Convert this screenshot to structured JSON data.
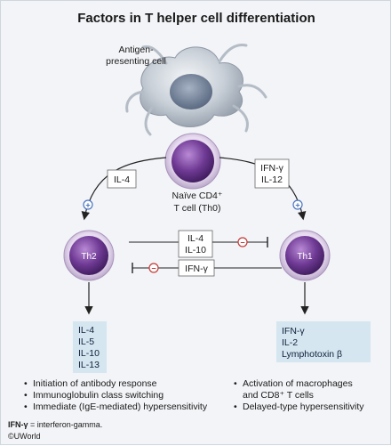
{
  "title": "Factors in T helper cell differentiation",
  "apc_label": [
    "Antigen-",
    "presenting cell"
  ],
  "naive_label": [
    "Naïve CD4⁺",
    "T cell (Th0)"
  ],
  "th2_label": "Th2",
  "th1_label": "Th1",
  "left_signal": [
    "IL-4"
  ],
  "right_signal": [
    "IFN-γ",
    "IL-12"
  ],
  "cross_top": [
    "IL-4",
    "IL-10"
  ],
  "cross_bottom": [
    "IFN-γ"
  ],
  "plus_symbol": "+",
  "minus_symbol": "−",
  "th2_cytokines": [
    "IL-4",
    "IL-5",
    "IL-10",
    "IL-13"
  ],
  "th1_cytokines": [
    "IFN-γ",
    "IL-2",
    "Lymphotoxin β"
  ],
  "th2_functions": [
    "Initiation of antibody response",
    "Immunoglobulin class switching",
    "Immediate (IgE-mediated) hypersensitivity"
  ],
  "th1_functions": [
    "Activation of macrophages",
    "and CD8⁺ T cells",
    "Delayed-type hypersensitivity"
  ],
  "footnote_abbr": "IFN-γ",
  "footnote_def": " = interferon-gamma.",
  "copyright": "©UWorld",
  "colors": {
    "panel": "#f2f4f7",
    "cytokine_box": "#d5e6f1",
    "cell_purple": "#6a3a8c",
    "plus_stroke": "#4a74c2",
    "minus_stroke": "#c43a3a"
  }
}
